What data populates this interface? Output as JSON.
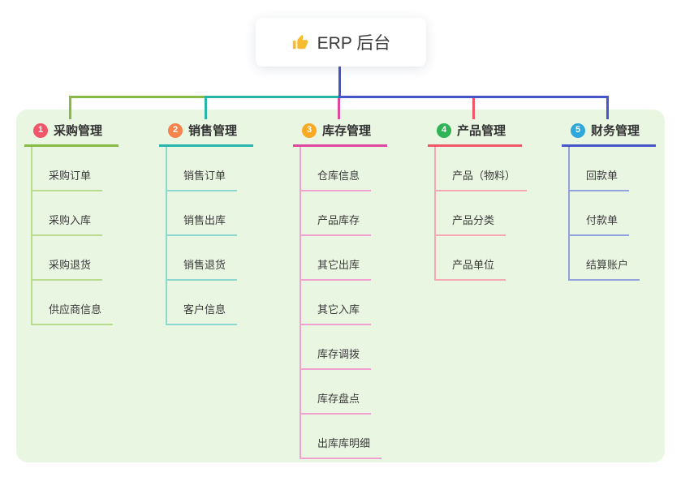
{
  "root": {
    "icon": "thumbs-up",
    "label": "ERP 后台"
  },
  "branches": [
    {
      "num": "1",
      "label": "采购管理",
      "badge_color": "#f2566b",
      "line_color": "#88bb45",
      "child_line_color": "#b9db90",
      "children": [
        "采购订单",
        "采购入库",
        "采购退货",
        "供应商信息"
      ]
    },
    {
      "num": "2",
      "label": "销售管理",
      "badge_color": "#f7834d",
      "line_color": "#27b4aa",
      "child_line_color": "#8dd8cd",
      "children": [
        "销售订单",
        "销售出库",
        "销售退货",
        "客户信息"
      ]
    },
    {
      "num": "3",
      "label": "库存管理",
      "badge_color": "#f9a922",
      "line_color": "#dd479e",
      "child_line_color": "#f2a0cd",
      "children": [
        "仓库信息",
        "产品库存",
        "其它出库",
        "其它入库",
        "库存调拨",
        "库存盘点",
        "出库库明细"
      ]
    },
    {
      "num": "4",
      "label": "产品管理",
      "badge_color": "#2fb356",
      "line_color": "#f25768",
      "child_line_color": "#f7a8b2",
      "children": [
        "产品（物料）",
        "产品分类",
        "产品单位"
      ]
    },
    {
      "num": "5",
      "label": "财务管理",
      "badge_color": "#2fa8dc",
      "line_color": "#4656c6",
      "child_line_color": "#93a2dc",
      "children": [
        "回款单",
        "付款单",
        "结算账户"
      ]
    }
  ],
  "colors": {
    "panel_background": "#e9f6e2",
    "root_connector": "#4656c6",
    "thumb_icon": "#f6bb2e",
    "title_text": "#333333",
    "child_text": "#3b3b3b"
  }
}
